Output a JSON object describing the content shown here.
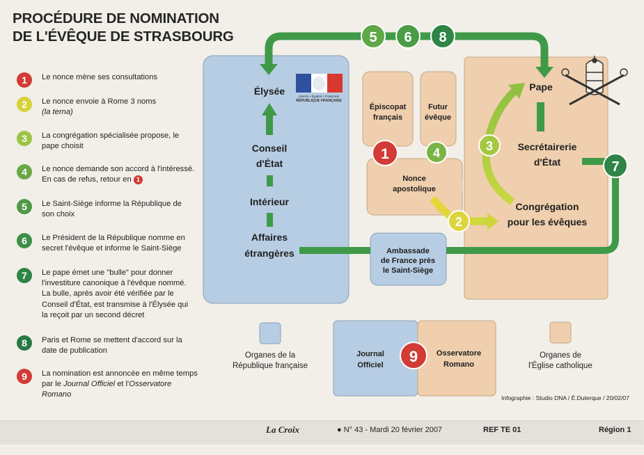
{
  "title": {
    "line1": "PROCÉDURE DE NOMINATION",
    "line2": "DE L'ÉVÊQUE DE STRASBOURG"
  },
  "legend": [
    {
      "num": "1",
      "color": "#d23b36",
      "lines": [
        "Le nonce mène ses consultations"
      ]
    },
    {
      "num": "2",
      "color": "#d7d23a",
      "lines": [
        "Le nonce envoie à Rome 3 noms"
      ],
      "italic_line": "(la terna)"
    },
    {
      "num": "3",
      "color": "#9cc443",
      "lines": [
        "La congrégation spécialisée propose, le",
        "pape choisit"
      ]
    },
    {
      "num": "4",
      "color": "#68a845",
      "lines": [
        "Le nonce demande son accord à l'intéressé.",
        "En cas de refus, retour en"
      ],
      "ref": "1"
    },
    {
      "num": "5",
      "color": "#4f9a45",
      "lines": [
        "Le Saint-Siège informe la République de",
        "son choix"
      ]
    },
    {
      "num": "6",
      "color": "#3d8f46",
      "lines": [
        "Le Président de la République nomme en",
        "secret l'évêque et informe le Saint-Siège"
      ]
    },
    {
      "num": "7",
      "color": "#2f8447",
      "lines": [
        "Le pape émet une \"bulle\" pour donner",
        "l'investiture canonique à l'évêque nommé.",
        "La bulle, après avoir été vérifiée par le",
        "Conseil d'État, est transmise à l'Élysée qui",
        "la reçoit par un second décret"
      ]
    },
    {
      "num": "8",
      "color": "#277845",
      "lines": [
        "Paris et Rome se mettent d'accord sur la",
        "date de publication"
      ]
    },
    {
      "num": "9",
      "color": "#d23b36",
      "lines": [
        "La nomination est annoncée en même temps"
      ],
      "last_line_parts": [
        "par le ",
        "Journal Officiel",
        " et l'",
        "Osservatore",
        "Romano"
      ]
    }
  ],
  "nodes": {
    "elysee": "Élysée",
    "flag_line1": "Liberté • Égalité • Fraternité",
    "flag_line2": "RÉPUBLIQUE FRANÇAISE",
    "conseil": [
      "Conseil",
      "d'État"
    ],
    "interieur": "Intérieur",
    "affaires": [
      "Affaires",
      "étrangères"
    ],
    "episcopat": [
      "Épiscopat",
      "français"
    ],
    "futur": [
      "Futur",
      "évêque"
    ],
    "nonce": [
      "Nonce",
      "apostolique"
    ],
    "ambassade": [
      "Ambassade",
      "de France près",
      "le Saint-Siège"
    ],
    "pape": "Pape",
    "secretairerie": [
      "Secrétairerie",
      "d'État"
    ],
    "congregation": [
      "Congrégation",
      "pour les évêques"
    ],
    "journal": [
      "Journal",
      "Officiel"
    ],
    "osservatore": [
      "Osservatore",
      "Romano"
    ]
  },
  "steps": {
    "s1": "1",
    "s2": "2",
    "s3": "3",
    "s4": "4",
    "s5": "5",
    "s6": "6",
    "s7": "7",
    "s8": "8",
    "s9": "9"
  },
  "key": {
    "republique": [
      "Organes de la",
      "République française"
    ],
    "eglise": [
      "Organes de",
      "l'Église catholique"
    ]
  },
  "credit": "Infographie : Studio DNA / É.Duterque / 20/02/07",
  "footer": {
    "paper": "La Croix",
    "issue": "N° 43 - Mardi 20 février 2007",
    "ref": "REF TE 01",
    "region": "Région 1"
  },
  "colors": {
    "blue": "#b7cde3",
    "beige": "#efcfad",
    "green": "#3f9a48",
    "red": "#d23b36"
  }
}
